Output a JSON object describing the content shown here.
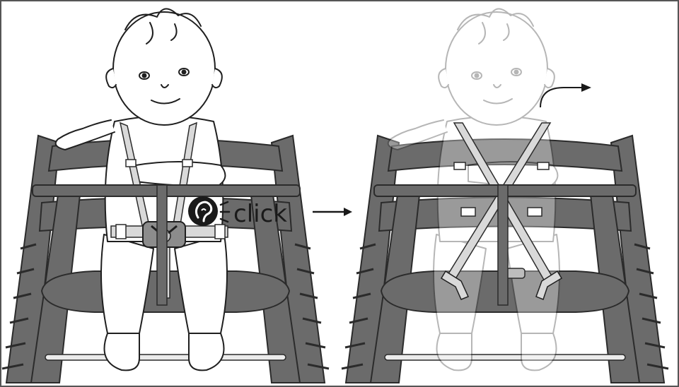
{
  "panels": [
    {
      "id": "left",
      "state": "harness-fastened",
      "sound_label": "click"
    },
    {
      "id": "right",
      "state": "harness-released-child-removed"
    }
  ],
  "icons": {
    "sound": "ear-icon",
    "flow": "arrow-right-icon",
    "lift": "curved-arrow-up-right-icon"
  },
  "colors": {
    "chair_wood": "#6b6b6b",
    "chair_outline": "#2b2b2b",
    "harness_strap": "#d9d9d9",
    "footrest": "#ebebeb",
    "child_outline": "#1f1f1f",
    "ghost": "#bdbdbd"
  }
}
